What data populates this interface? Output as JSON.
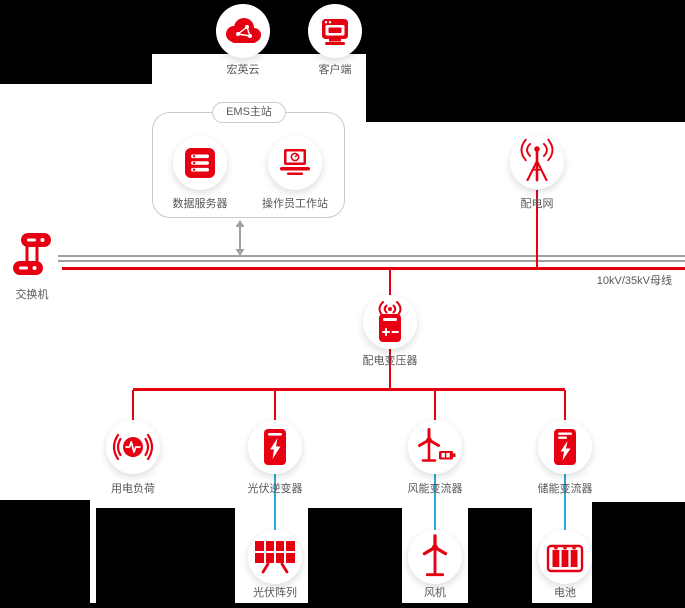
{
  "colors": {
    "accent_red": "#e60012",
    "bus_gray": "#9fa0a0",
    "link_blue": "#29abe2",
    "label_gray": "#595757"
  },
  "cloud": {
    "label": "宏英云"
  },
  "client": {
    "label": "客户端"
  },
  "ems": {
    "title": "EMS主站",
    "server_label": "数据服务器",
    "workstation_label": "操作员工作站"
  },
  "switch": {
    "label": "交换机"
  },
  "grid": {
    "label": "配电网"
  },
  "bus": {
    "label": "10kV/35kV母线"
  },
  "transformer": {
    "label": "配电变压器"
  },
  "load": {
    "label": "用电负荷"
  },
  "pv_inverter": {
    "label": "光伏逆变器"
  },
  "wind_converter": {
    "label": "风能变流器"
  },
  "storage_converter": {
    "label": "储能变流器"
  },
  "pv_array": {
    "label": "光伏阵列"
  },
  "wind_turbine": {
    "label": "风机"
  },
  "battery": {
    "label": "电池"
  }
}
